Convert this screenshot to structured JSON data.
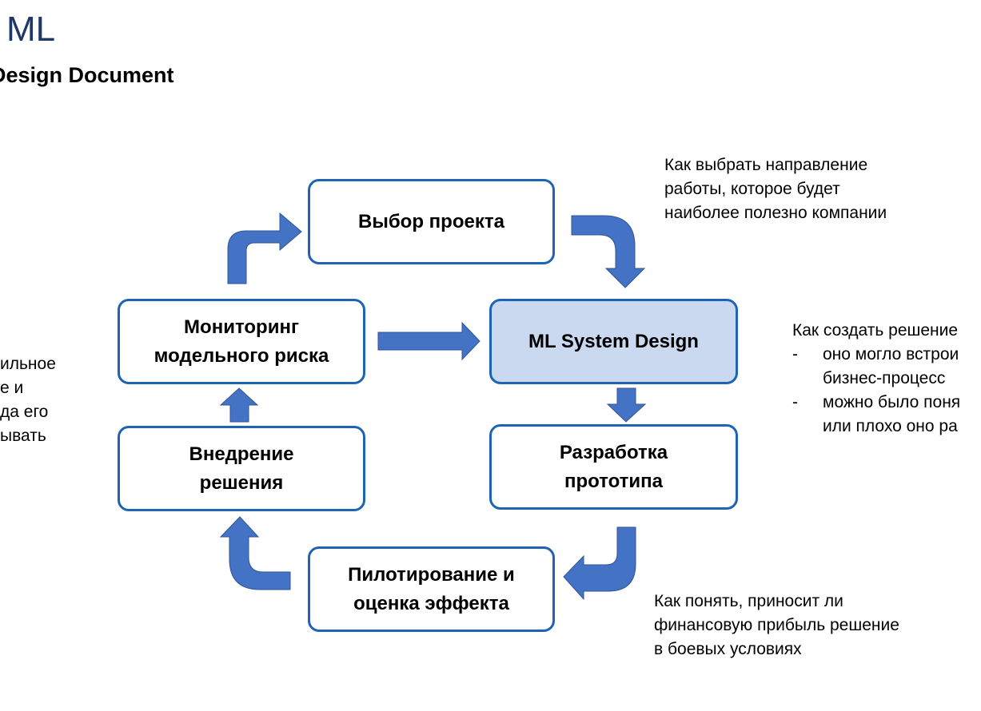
{
  "header": {
    "title": "ML",
    "subtitle": "Design Document"
  },
  "boxes": {
    "project_selection": "Выбор проекта",
    "ml_system_design": "ML System Design",
    "monitoring_line1": "Мониторинг",
    "monitoring_line2": "модельного риска",
    "implementation_line1": "Внедрение",
    "implementation_line2": "решения",
    "prototype_line1": "Разработка",
    "prototype_line2": "прототипа",
    "pilot_line1": "Пилотирование и",
    "pilot_line2": "оценка эффекта"
  },
  "notes": {
    "project": [
      "Как выбрать направление",
      "работы, которое будет",
      "наиболее полезно компании"
    ],
    "design_intro": "Как создать решение",
    "design_items": [
      [
        "оно могло встрои",
        "бизнес-процесс"
      ],
      [
        "можно было поня",
        "или плохо оно ра"
      ]
    ],
    "design_dash": "-",
    "pilot": [
      "Как понять, приносит ли",
      "финансовую прибыль решение",
      "в боевых условиях"
    ],
    "left_partial": [
      "ильное",
      "е и",
      "да его",
      "ывать"
    ]
  },
  "colors": {
    "arrow_fill": "#4472c4",
    "arrow_stroke": "#2f5597",
    "box_border": "#1f63b5",
    "highlight_fill": "#cad8f0",
    "title_color": "#1f3864"
  }
}
